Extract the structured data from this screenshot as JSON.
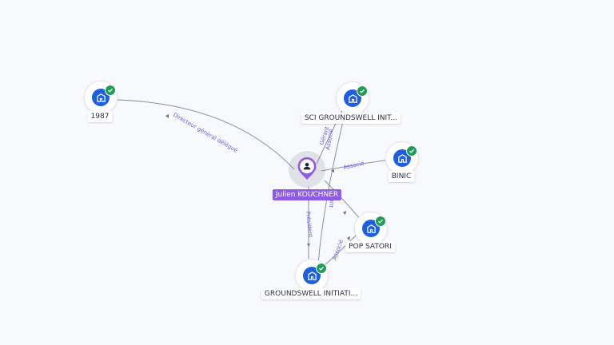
{
  "graph": {
    "center": {
      "name": "Julien KOUCHNER",
      "icon": "person-icon",
      "accent": "#8d5be6"
    },
    "companies": [
      {
        "id": "c1987",
        "name": "1987",
        "icon": "company-building-icon",
        "status_icon": "verified-check-icon"
      },
      {
        "id": "csci",
        "name": "SCI GROUNDSWELL INIT...",
        "icon": "company-building-icon",
        "status_icon": "verified-check-icon"
      },
      {
        "id": "cbinic",
        "name": "BINIC",
        "icon": "company-building-icon",
        "status_icon": "verified-check-icon"
      },
      {
        "id": "cpop",
        "name": "POP SATORI",
        "icon": "company-building-icon",
        "status_icon": "verified-check-icon"
      },
      {
        "id": "cground",
        "name": "GROUNDSWELL INITIATI...",
        "icon": "company-building-icon",
        "status_icon": "verified-check-icon"
      }
    ],
    "relations": [
      {
        "label": "Directeur général délégué"
      },
      {
        "label": "Gérant"
      },
      {
        "label": "Associé"
      },
      {
        "label": "Associé"
      },
      {
        "label": "Président"
      },
      {
        "label": "Gérant"
      },
      {
        "label": "Associé"
      }
    ],
    "colors": {
      "company_icon": "#1e5ee0",
      "verified": "#1f9d55",
      "edge": "#8a8fa3",
      "edge_label": "#6b5bd6",
      "background": "#f8f9fd"
    }
  }
}
